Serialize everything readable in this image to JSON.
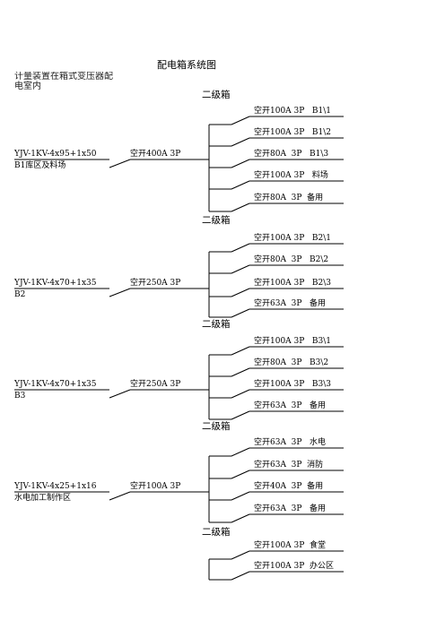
{
  "title": "配电箱系统图",
  "header_note": "计量装置在箱式变压器配电室内",
  "groups": [
    {
      "box_label": "二级箱",
      "cable": "YJV-1KV-4x95+1x50",
      "area": "B1库区及料场",
      "main_breaker": "空开400A 3P",
      "branches": [
        "空开100A 3P   B1\\1",
        "空开100A 3P   B1\\2",
        "空开80A  3P   B1\\3",
        "空开100A 3P   料场",
        "空开80A  3P  备用"
      ]
    },
    {
      "box_label": "二级箱",
      "cable": "YJV-1KV-4x70+1x35",
      "area": "B2",
      "main_breaker": "空开250A 3P",
      "branches": [
        "空开100A 3P   B2\\1",
        "空开80A  3P   B2\\2",
        "空开100A 3P   B2\\3",
        "空开63A  3P   备用"
      ]
    },
    {
      "box_label": "二级箱",
      "cable": "YJV-1KV-4x70+1x35",
      "area": "B3",
      "main_breaker": "空开250A 3P",
      "branches": [
        "空开100A 3P   B3\\1",
        "空开80A  3P   B3\\2",
        "空开100A 3P   B3\\3",
        "空开63A  3P   备用"
      ]
    },
    {
      "box_label": "二级箱",
      "cable": "YJV-1KV-4x25+1x16",
      "area": "水电加工制作区",
      "main_breaker": "空开100A 3P",
      "branches": [
        "空开63A  3P   水电",
        "空开63A  3P  消防",
        "空开40A  3P  备用",
        "空开63A  3P   备用"
      ]
    },
    {
      "box_label": "二级箱",
      "cable": "",
      "area": "",
      "main_breaker": "",
      "branches": [
        "空开100A 3P  食堂",
        "空开100A 3P  办公区"
      ]
    }
  ]
}
